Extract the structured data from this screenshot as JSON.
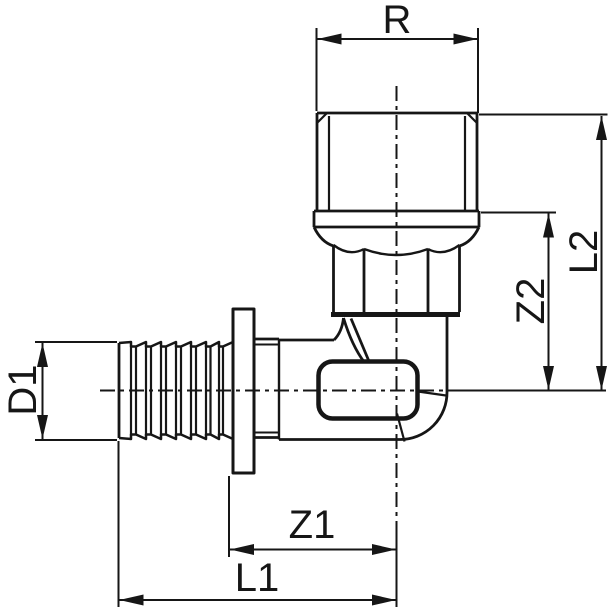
{
  "drawing": {
    "figure": "pipe-elbow-fitting-side-view",
    "background_color": "#ffffff",
    "line_color": "#161616",
    "dimensions": {
      "r": {
        "label": "R",
        "position": "top"
      },
      "l2": {
        "label": "L2",
        "position": "right"
      },
      "z2": {
        "label": "Z2",
        "position": "right"
      },
      "d1": {
        "label": "D1",
        "position": "left"
      },
      "z1": {
        "label": "Z1",
        "position": "bottom"
      },
      "l1": {
        "label": "L1",
        "position": "bottom"
      }
    }
  }
}
